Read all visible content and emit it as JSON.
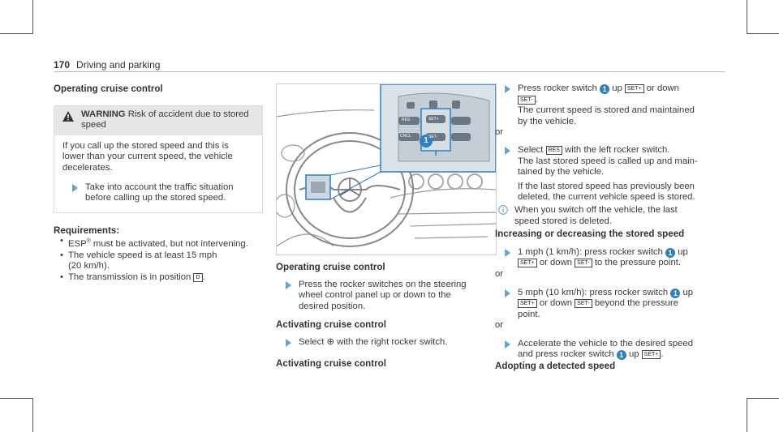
{
  "page": {
    "number": "170",
    "section": "Driving and parking"
  },
  "left": {
    "heading": "Operating cruise control",
    "warning": {
      "label": "WARNING",
      "title_a": "Risk of accident due to stored",
      "title_b": "speed",
      "body": [
        "If you call up the stored speed and this is",
        "lower than your current speed, the vehicle",
        "decelerates."
      ],
      "step": [
        "Take into account the traffic situation",
        "before calling up the stored speed."
      ]
    },
    "requirements_heading": "Requirements:",
    "requirements": {
      "r1_pre": "ESP",
      "r1_sup": "®",
      "r1_post": " must be activated, but not intervening.",
      "r2": [
        "The vehicle speed is at least 15 mph",
        "(20 km/h)."
      ],
      "r3_pre": "The transmission is in position ",
      "r3_sym": "D",
      "r3_post": "."
    }
  },
  "middle": {
    "figure": {
      "marker": "1",
      "buttons": [
        "RES",
        "SET+",
        "SET-",
        "CNCL"
      ]
    },
    "h1": "Operating cruise control",
    "s1": [
      "Press the rocker switches on the steering",
      "wheel control panel up or down to the",
      "desired position."
    ],
    "h2": "Activating cruise control",
    "s2_pre": "Select ",
    "s2_sym": "⊕",
    "s2_post": " with the right rocker switch.",
    "h3": "Activating cruise control"
  },
  "right": {
    "s1_pre": "Press rocker switch ",
    "s1_num": "1",
    "s1_mid": " up ",
    "s1_sym_up": "SET+",
    "s1_post": " or down",
    "s1_sym_down": "SET-",
    "s1_end": ".",
    "s1_lines": [
      "The current speed is stored and maintained",
      "by the vehicle."
    ],
    "or1": "or",
    "s2_pre": "Select ",
    "s2_sym": "RES",
    "s2_post": " with the left rocker switch.",
    "s2_lines": [
      "The last stored speed is called up and main-",
      "tained by the vehicle.",
      "If the last stored speed has previously been",
      "deleted, the current vehicle speed is stored."
    ],
    "note": [
      "When you switch off the vehicle, the last",
      "speed stored is deleted."
    ],
    "h_inc": "Increasing or decreasing the stored speed",
    "s3_line1": "1 mph (1 km/h): press rocker switch ",
    "s3_num": "1",
    "s3_up": " up",
    "s3_sym_up": "SET+",
    "s3_mid": " or down ",
    "s3_sym_down": "SET-",
    "s3_end": " to the pressure point.",
    "or2": "or",
    "s4_line1": "5 mph (10 km/h): press rocker switch ",
    "s4_num": "1",
    "s4_up": " up",
    "s4_sym_up": "SET+",
    "s4_mid": " or down ",
    "s4_sym_down": "SET-",
    "s4_end": " beyond the pressure",
    "s4_end2": "point.",
    "or3": "or",
    "s5_line1": "Accelerate the vehicle to the desired speed",
    "s5_pre": "and press rocker switch ",
    "s5_num": "1",
    "s5_mid": " up ",
    "s5_sym": "SET+",
    "s5_end": ".",
    "h_adopt": "Adopting a detected speed"
  }
}
